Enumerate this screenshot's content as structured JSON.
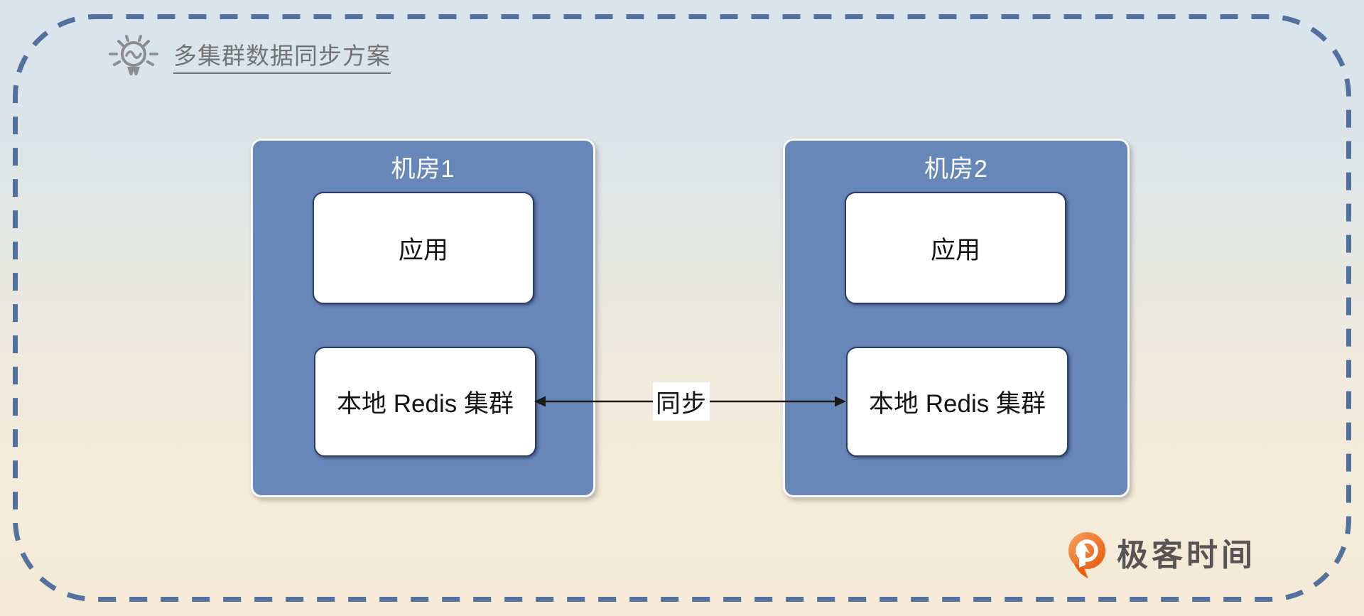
{
  "header": {
    "title": "多集群数据同步方案"
  },
  "diagram": {
    "clusters": [
      {
        "name": "机房1",
        "nodes": [
          {
            "label": "应用"
          },
          {
            "label": "本地 Redis 集群"
          }
        ]
      },
      {
        "name": "机房2",
        "nodes": [
          {
            "label": "应用"
          },
          {
            "label": "本地 Redis 集群"
          }
        ]
      }
    ],
    "link": {
      "label": "同步",
      "type": "bidirectional-arrow"
    }
  },
  "branding": {
    "logo_text": "极客时间"
  },
  "colors": {
    "background_top": "#d9e4ed",
    "background_bottom": "#f4e9d6",
    "dashed_border": "#52719f",
    "cluster_fill": "#6787b8",
    "cluster_border": "#fafcfe",
    "cluster_title_text": "#ffffff",
    "node_fill": "#ffffff",
    "node_border": "#2b3b66",
    "node_text": "#141414",
    "arrow": "#1b1b1b",
    "header_title_text": "#737373",
    "logo_orange": "#ec5d0e",
    "logo_text_color": "#585454"
  }
}
